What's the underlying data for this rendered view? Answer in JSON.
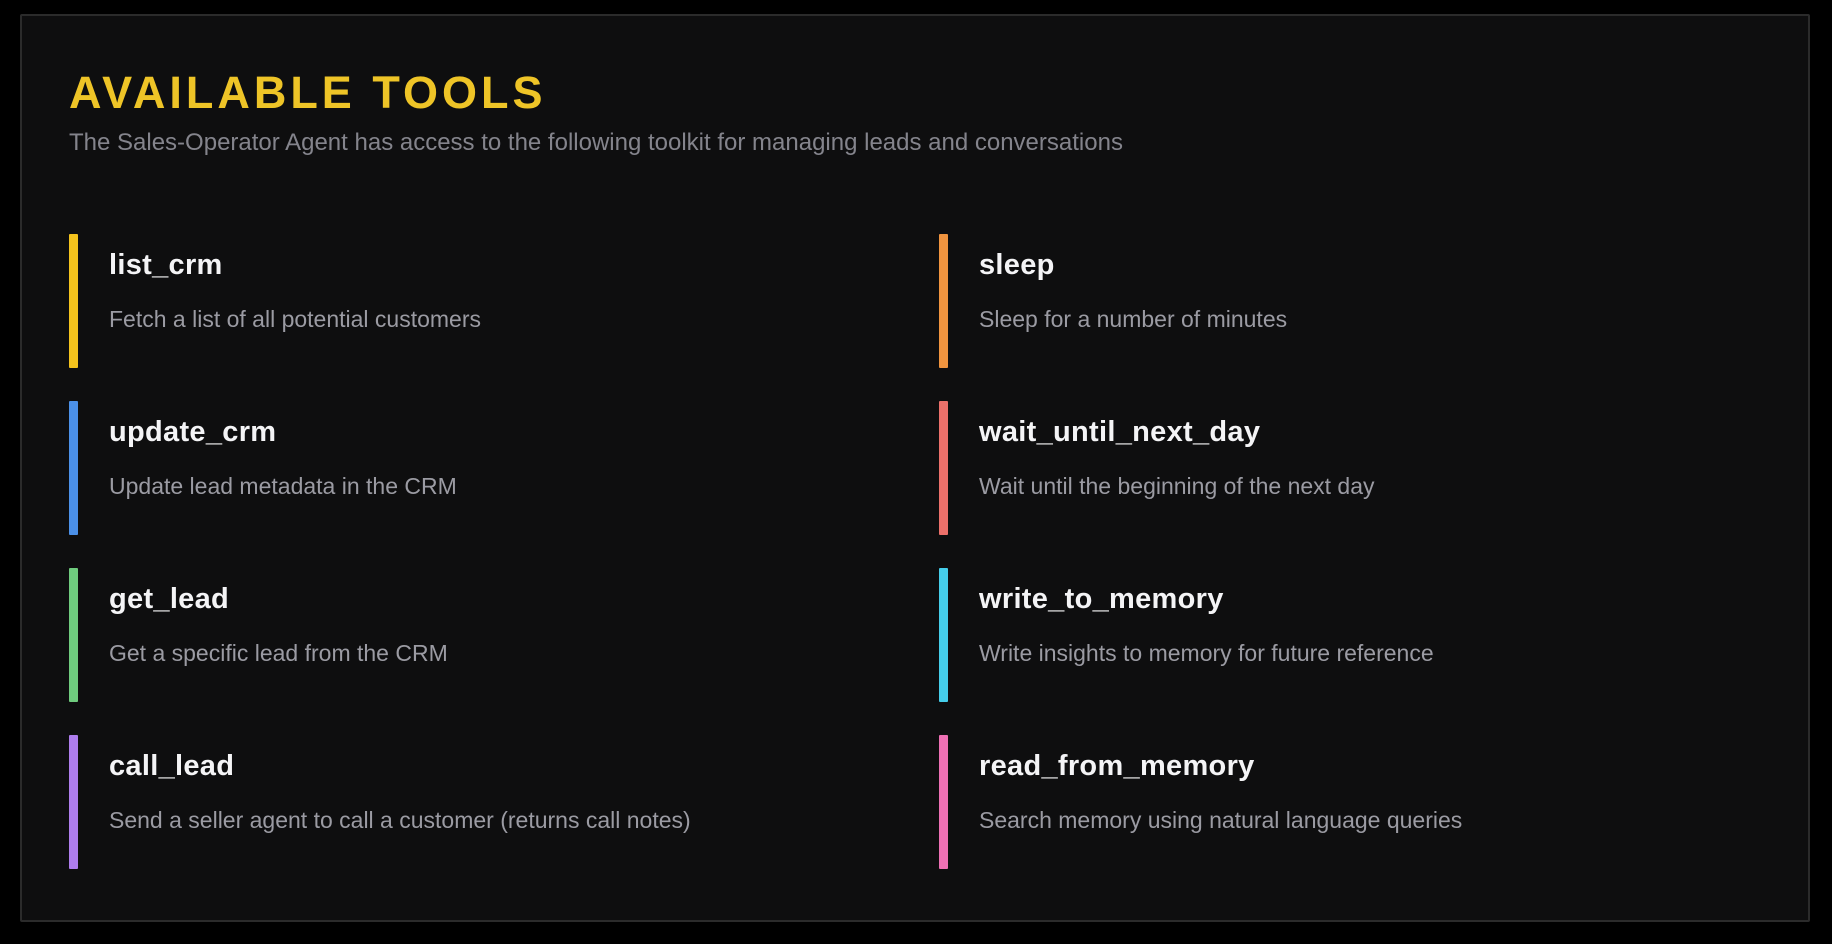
{
  "header": {
    "title": "AVAILABLE TOOLS",
    "subtitle": "The Sales-Operator Agent has access to the following toolkit for managing leads and conversations"
  },
  "theme": {
    "background": "#000000",
    "panel_background": "#0e0e0f",
    "panel_border": "#2b2b2b",
    "title_color": "#eec427",
    "subtitle_color": "#84848c",
    "tool_name_color": "#f4f4f6",
    "tool_description_color": "#9b9ba3"
  },
  "tools": [
    {
      "name": "list_crm",
      "description": "Fetch a list of all potential customers",
      "color": "#f4c31d"
    },
    {
      "name": "update_crm",
      "description": "Update lead metadata in the CRM",
      "color": "#4b90e8"
    },
    {
      "name": "get_lead",
      "description": "Get a specific lead from the CRM",
      "color": "#6fcb7e"
    },
    {
      "name": "call_lead",
      "description": "Send a seller agent to call a customer (returns call notes)",
      "color": "#ae7ded"
    },
    {
      "name": "sleep",
      "description": "Sleep for a number of minutes",
      "color": "#f0943f"
    },
    {
      "name": "wait_until_next_day",
      "description": "Wait until the beginning of the next day",
      "color": "#ec706a"
    },
    {
      "name": "write_to_memory",
      "description": "Write insights to memory for future reference",
      "color": "#45cdea"
    },
    {
      "name": "read_from_memory",
      "description": "Search memory using natural language queries",
      "color": "#ee70b4"
    }
  ]
}
